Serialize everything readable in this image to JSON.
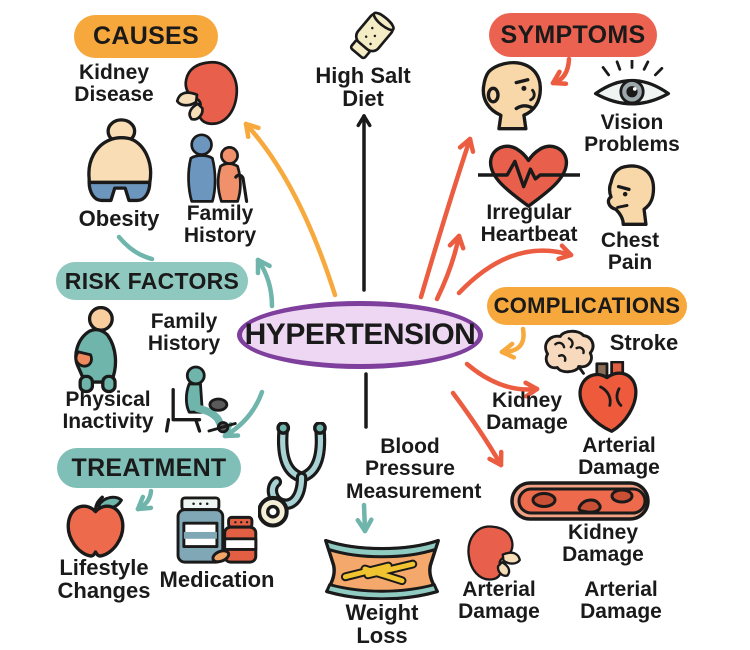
{
  "center": {
    "label": "HYPERTENSION"
  },
  "palette": {
    "causes_pill": "#F6A83C",
    "symptoms_pill": "#EB6350",
    "risk_factors_pill": "#8FC8BE",
    "treatment_pill": "#7FBFB8",
    "complications_pill": "#F6A83C",
    "center_fill": "#EDD7F2",
    "center_border": "#7E3F9D",
    "text": "#1a1a1a",
    "arrow_yellow": "#F7A93D",
    "arrow_red": "#EC5C40",
    "arrow_teal": "#6FB5AC",
    "arrow_black": "#1a1a1a"
  },
  "sections": {
    "causes": {
      "label": "CAUSES",
      "items": [
        {
          "label": "Kidney Disease",
          "icon": "kidney-icon"
        },
        {
          "label": "Obesity",
          "icon": "obese-person-icon"
        },
        {
          "label": "Family History",
          "icon": "family-icon"
        }
      ]
    },
    "high_salt": {
      "label": "High Salt Diet",
      "icon": "salt-shaker-icon"
    },
    "symptoms": {
      "label": "SYMPTOMS",
      "items": [
        {
          "label": "",
          "icon": "worried-face-icon"
        },
        {
          "label": "Vision Problems",
          "icon": "eye-icon"
        },
        {
          "label": "Irregular Heartbeat",
          "icon": "heartbeat-heart-icon"
        },
        {
          "label": "Chest Pain",
          "icon": "head-profile-icon"
        }
      ]
    },
    "risk_factors": {
      "label": "RISK FACTORS",
      "items": [
        {
          "label": "Family History",
          "icon": "slouching-person-icon"
        },
        {
          "label": "Physical Inactivity",
          "icon": "seated-person-icon"
        }
      ]
    },
    "treatment": {
      "label": "TREATMENT",
      "items": [
        {
          "label": "Lifestyle Changes",
          "icon": "apple-icon"
        },
        {
          "label": "Medication",
          "icon": "pill-bottles-icon"
        }
      ]
    },
    "monitoring": {
      "items": [
        {
          "label": "Blood Pressure Measurement",
          "icon": "stethoscope-icon"
        },
        {
          "label": "Weight Loss",
          "icon": "waist-icon"
        }
      ]
    },
    "complications": {
      "label": "COMPLICATIONS",
      "items": [
        {
          "label": "Stroke",
          "icon": "brain-icon"
        },
        {
          "label": "Kidney Damage",
          "icon": ""
        },
        {
          "label": "Arterial Damage",
          "icon": "heart-icon"
        },
        {
          "label": "Kidney Damage",
          "icon": "blood-vessel-icon"
        },
        {
          "label": "Arterial Damage",
          "icon": "kidney-icon"
        },
        {
          "label": "Arterial Damage",
          "icon": ""
        }
      ]
    }
  }
}
